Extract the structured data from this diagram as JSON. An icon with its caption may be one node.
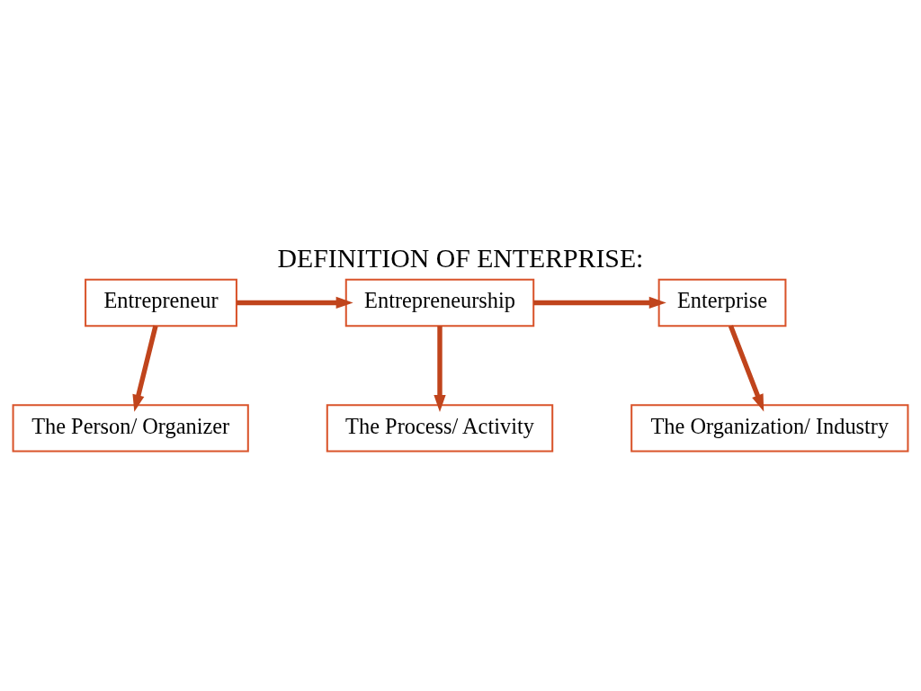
{
  "diagram": {
    "title": "DEFINITION OF ENTERPRISE:",
    "nodes": [
      {
        "text": [
          "Entrepreneur"
        ]
      },
      {
        "text": [
          "Entrepreneurship"
        ]
      },
      {
        "text": [
          "Enterprise"
        ]
      },
      {
        "text": [
          "The Person/ Organizer"
        ]
      },
      {
        "text": [
          "The Process/ Activity"
        ]
      },
      {
        "text": [
          "The Organization/ Industry"
        ]
      }
    ],
    "edges": [
      {
        "from": 0,
        "to": 1,
        "arrow": "to"
      },
      {
        "from": 1,
        "to": 2,
        "arrow": "to"
      },
      {
        "from": 0,
        "to": 3,
        "arrow": "to"
      },
      {
        "from": 1,
        "to": 4,
        "arrow": "to"
      },
      {
        "from": 2,
        "to": 5,
        "arrow": "to"
      }
    ]
  }
}
